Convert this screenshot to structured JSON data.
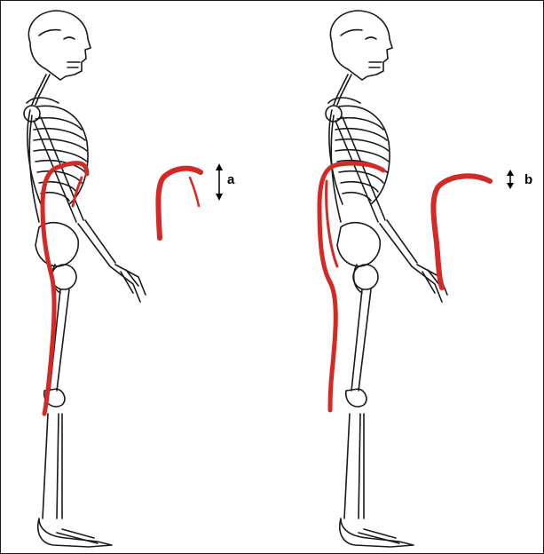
{
  "labels": {
    "a": "a",
    "b": "b"
  },
  "colors": {
    "bone_outline": "#1a1a1a",
    "muscle": "#d42a25",
    "background": "#ffffff",
    "frame_border": "#1a1a1a"
  },
  "icons": {
    "arrow_a": "double-headed-vertical-arrow",
    "arrow_b": "double-headed-vertical-arrow"
  }
}
